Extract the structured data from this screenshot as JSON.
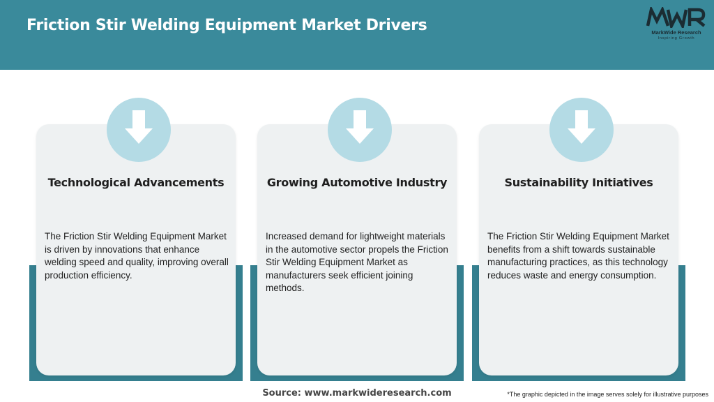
{
  "header": {
    "title": "Friction Stir Welding Equipment Market Drivers",
    "logo": {
      "mark": "MWR",
      "name": "MarkWide Research",
      "tagline": "Inspiring Growth"
    }
  },
  "cards": [
    {
      "icon": "down-arrow-icon",
      "title": "Technological Advancements",
      "description": "The Friction Stir Welding Equipment Market is driven by innovations that enhance welding speed and quality, improving overall production efficiency."
    },
    {
      "icon": "down-arrow-icon",
      "title": "Growing Automotive Industry",
      "description": "Increased demand for lightweight materials in the automotive sector propels the Friction Stir Welding Equipment Market as manufacturers seek efficient joining methods."
    },
    {
      "icon": "down-arrow-icon",
      "title": "Sustainability Initiatives",
      "description": "The Friction Stir Welding Equipment Market benefits from a shift towards sustainable manufacturing practices, as this technology reduces waste and energy consumption."
    }
  ],
  "footer": {
    "source": "Source: www.markwideresearch.com",
    "disclaimer": "*The graphic depicted in the image serves solely for illustrative purposes"
  },
  "colors": {
    "header_bg": "#3a8a9b",
    "card_bg": "#eef1f2",
    "card_accent": "#357f8f",
    "icon_circle": "#b4dbe5"
  }
}
